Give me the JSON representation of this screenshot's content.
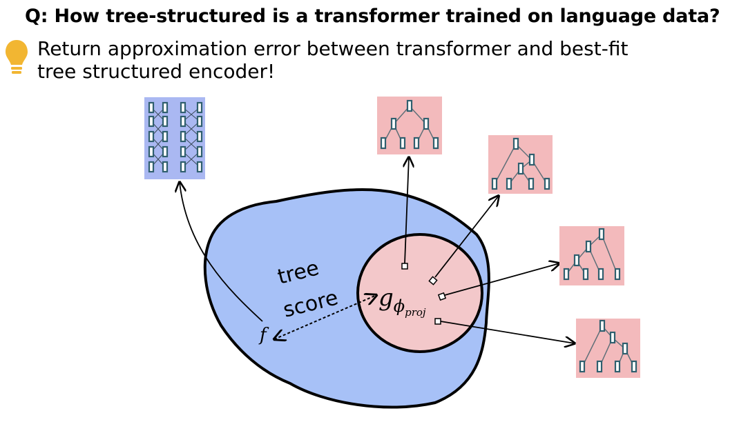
{
  "title": "Q: How tree-structured is a transformer trained on language data?",
  "idea_icon": "lightbulb-icon",
  "subtitle": {
    "line1": "Return approximation error between transformer and best-fit",
    "line2": "tree structured encoder!"
  },
  "diagram": {
    "region_label_line1": "tree",
    "region_label_line2": "score",
    "transformer_label": "f",
    "projection_label": "g",
    "projection_sub": "ϕ",
    "projection_subsub": "proj",
    "colors": {
      "outer_region": "#a7c1f7",
      "inner_region": "#f3c8ca",
      "tree_box": "#f3babc",
      "transformer_box": "#aab8f2",
      "node": "#2f5f6e"
    }
  }
}
